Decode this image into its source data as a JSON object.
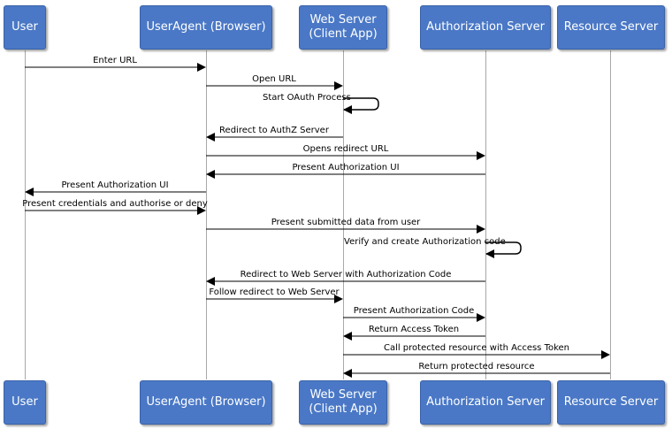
{
  "participants": [
    {
      "id": "user",
      "label": "User"
    },
    {
      "id": "agent",
      "label": "UserAgent (Browser)"
    },
    {
      "id": "web",
      "label": "Web Server\n(Client App)"
    },
    {
      "id": "authz",
      "label": "Authorization Server"
    },
    {
      "id": "resource",
      "label": "Resource Server"
    }
  ],
  "messages": [
    {
      "from": "user",
      "to": "agent",
      "label": "Enter URL"
    },
    {
      "from": "agent",
      "to": "web",
      "label": "Open URL"
    },
    {
      "from": "web",
      "to": "web",
      "label": "Start OAuth Process"
    },
    {
      "from": "web",
      "to": "agent",
      "label": "Redirect to AuthZ Server"
    },
    {
      "from": "agent",
      "to": "authz",
      "label": "Opens redirect URL"
    },
    {
      "from": "authz",
      "to": "agent",
      "label": "Present Authorization UI"
    },
    {
      "from": "agent",
      "to": "user",
      "label": "Present Authorization UI"
    },
    {
      "from": "user",
      "to": "agent",
      "label": "Present credentials and authorise or deny"
    },
    {
      "from": "agent",
      "to": "authz",
      "label": "Present submitted data from user"
    },
    {
      "from": "authz",
      "to": "authz",
      "label": "Verify and create Authorization code"
    },
    {
      "from": "authz",
      "to": "agent",
      "label": "Redirect to Web Server with Authorization Code"
    },
    {
      "from": "agent",
      "to": "web",
      "label": "Follow redirect to Web Server"
    },
    {
      "from": "web",
      "to": "authz",
      "label": "Present Authorization Code"
    },
    {
      "from": "authz",
      "to": "web",
      "label": "Return Access Token"
    },
    {
      "from": "web",
      "to": "resource",
      "label": "Call protected resource with Access Token"
    },
    {
      "from": "resource",
      "to": "web",
      "label": "Return protected resource"
    }
  ]
}
